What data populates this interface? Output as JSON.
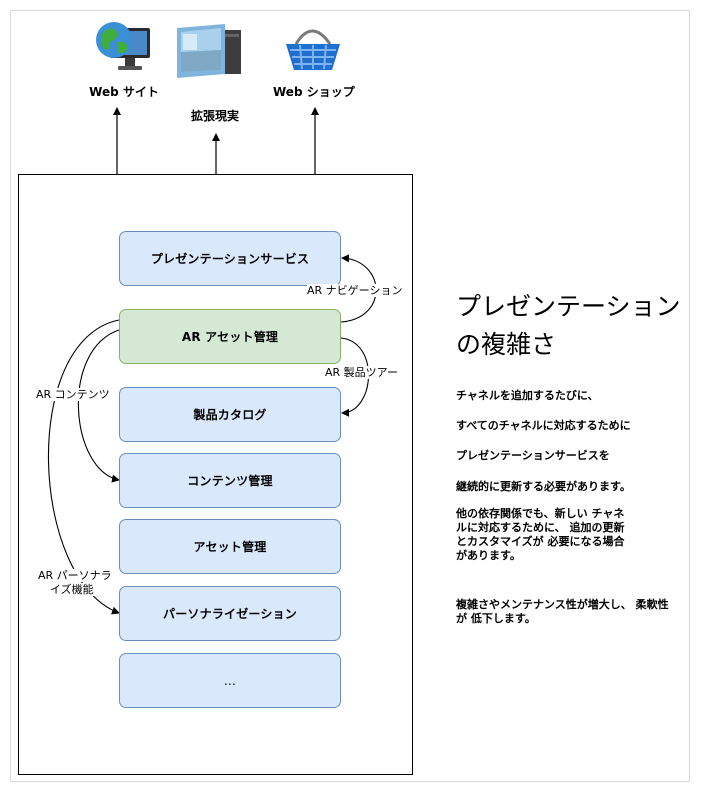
{
  "top": {
    "website_label": "Web サイト",
    "ar_label": "拡張現実",
    "webshop_label": "Web ショップ"
  },
  "services": {
    "presentation": "プレゼンテーションサービス",
    "ar_asset": "AR アセット管理",
    "catalog": "製品カタログ",
    "content": "コンテンツ管理",
    "asset": "アセット管理",
    "personalization": "パーソナライゼーション",
    "more": "..."
  },
  "edges": {
    "ar_navigation": "AR ナビゲーション",
    "ar_product_tour": "AR 製品ツアー",
    "ar_contents": "AR コンテンツ",
    "ar_personalize_line1": "AR パーソナラ",
    "ar_personalize_line2": "イズ機能"
  },
  "side": {
    "title": "プレゼンテーションの複雑さ",
    "line1": "チャネルを追加するたびに、",
    "line2": "すべてのチャネルに対応するために",
    "line3": "プレゼンテーションサービスを",
    "line4": "継続的に更新する必要があります。",
    "line5": "他の依存関係でも、新しい チャネルに対応するために、 追加の更新とカスタマイズが 必要になる場合があります。",
    "line6": "複雑さやメンテナンス性が増大し、 柔軟性が 低下します。"
  },
  "colors": {
    "service_fill": "#dae8fc",
    "service_border": "#6c8ebf",
    "highlight_fill": "#d5e8d4",
    "highlight_border": "#82b366"
  },
  "icons": {
    "website": "globe-monitor-icon",
    "ar": "ar-room-icon",
    "webshop": "shopping-basket-icon"
  }
}
